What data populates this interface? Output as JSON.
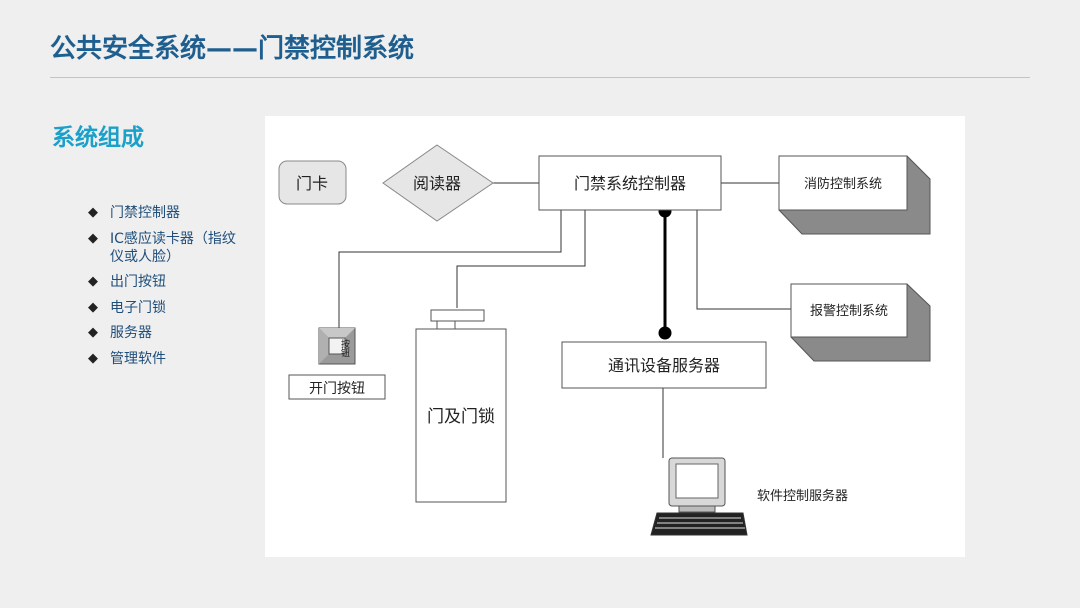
{
  "header": {
    "title": "公共安全系统——门禁控制系统"
  },
  "section": {
    "title": "系统组成"
  },
  "components": [
    "门禁控制器",
    "IC感应读卡器（指纹仪或人脸）",
    "出门按钮",
    "电子门锁",
    "服务器",
    "管理软件"
  ],
  "diagram": {
    "card": "门卡",
    "reader": "阅读器",
    "controller": "门禁系统控制器",
    "fire_system": "消防控制系统",
    "alarm_system": "报警控制系统",
    "comm_server": "通讯设备服务器",
    "software_server": "软件控制服务器",
    "exit_button": "开门按钮",
    "exit_button_face": "按钮",
    "door_lock": "门及门锁"
  },
  "colors": {
    "title": "#1f5f8f",
    "section": "#1aa0c9",
    "bullet_text": "#1f4e7a"
  }
}
